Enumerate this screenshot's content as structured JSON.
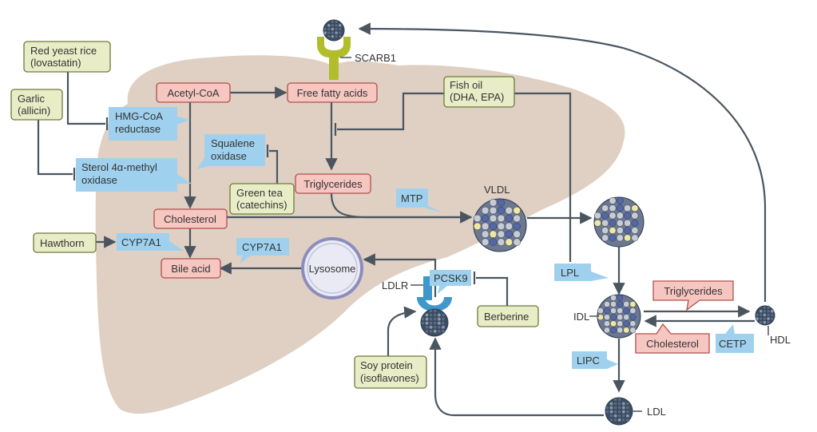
{
  "colors": {
    "liver": "#dfd0c3",
    "herbal_fill": "#e9edc7",
    "herbal_stroke": "#6d7b3a",
    "metabolite_fill": "#f6c6c1",
    "metabolite_stroke": "#b0504a",
    "enzyme_fill": "#9fd1ee",
    "arrow": "#4a5560",
    "receptor_green": "#b1bd2a",
    "receptor_blue": "#3f97cb",
    "lysosome_fill": "#eaeaf4",
    "lysosome_stroke": "#8c8cbe",
    "particle_dark": "#3c4f66",
    "particle_light": "#c7ccd4",
    "particle_blue": "#5467a6",
    "particle_yellow": "#efe8a0"
  },
  "herbal": {
    "red_yeast_rice": [
      "Red yeast rice",
      "(lovastatin)"
    ],
    "garlic": [
      "Garlic",
      "(allicin)"
    ],
    "fish_oil": [
      "Fish oil",
      "(DHA, EPA)"
    ],
    "green_tea": [
      "Green tea",
      "(catechins)"
    ],
    "hawthorn": [
      "Hawthorn"
    ],
    "berberine": [
      "Berberine"
    ],
    "soy_protein": [
      "Soy protein",
      "(isoflavones)"
    ]
  },
  "metabolites": {
    "acetyl_coa": "Acetyl-CoA",
    "free_fatty_acids": "Free fatty acids",
    "triglycerides": "Triglycerides",
    "cholesterol": "Cholesterol",
    "bile_acid": "Bile acid",
    "triglycerides_ext": "Triglycerides",
    "cholesterol_ext": "Cholesterol"
  },
  "enzymes": {
    "hmgcoa": [
      "HMG-CoA",
      "reductase"
    ],
    "sterol": [
      "Sterol 4α-methyl",
      "oxidase"
    ],
    "squalene": [
      "Squalene",
      "oxidase"
    ],
    "mtp": "MTP",
    "cyp7a1_left": "CYP7A1",
    "cyp7a1_mid": "CYP7A1",
    "pcsk9": "PCSK9",
    "lpl": "LPL",
    "lipc": "LIPC",
    "cetp": "CETP"
  },
  "labels": {
    "scarb1": "SCARB1",
    "vldl": "VLDL",
    "lysosome": "Lysosome",
    "ldlr": "LDLR",
    "idl": "IDL",
    "hdl": "HDL",
    "ldl": "LDL"
  }
}
